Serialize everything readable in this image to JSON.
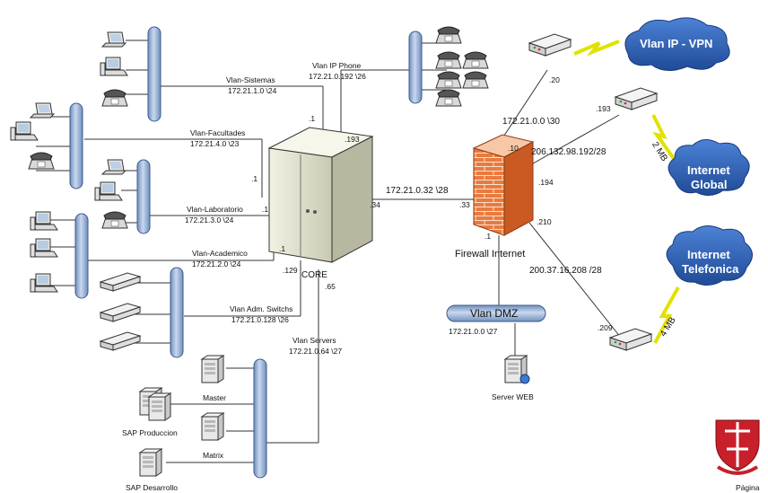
{
  "vlans": {
    "sistemas": {
      "name": "Vlan-Sistemas",
      "subnet": "172.21.1.0 \\24",
      "core_if": ".1"
    },
    "facultades": {
      "name": "Vlan-Facultades",
      "subnet": "172.21.4.0 \\23",
      "core_if": ".1"
    },
    "laboratorio": {
      "name": "Vlan-Laboratorio",
      "subnet": "172.21.3.0 \\24",
      "core_if": ".1"
    },
    "academico": {
      "name": "Vlan-Academico",
      "subnet": "172.21.2.0 \\24",
      "core_if": ".1"
    },
    "switchs": {
      "name": "Vlan Adm. Switchs",
      "subnet": "172.21.0.128 \\26",
      "core_if": ".129"
    },
    "servers": {
      "name": "Vlan Servers",
      "subnet": "172.21.0.64 \\27",
      "core_if": ".65"
    },
    "ipphone": {
      "name": "Vlan IP Phone",
      "subnet": "172.21.0.192 \\26",
      "core_if": ".193"
    },
    "dmz": {
      "name": "Vlan DMZ",
      "subnet": "172.21.0.0 \\27"
    }
  },
  "core": {
    "label": "CORE",
    "link_if": ".34"
  },
  "core_fw_link": {
    "subnet": "172.21.0.32 \\28"
  },
  "firewall": {
    "label": "Firewall Internet",
    "if_core": ".33",
    "if_dmz": ".1",
    "if_vpn": ".10",
    "if_global": ".194",
    "if_telefonica": ".210"
  },
  "wan": {
    "vpn": {
      "subnet": "172.21.0.0 \\30",
      "router_if": ".20",
      "cloud": "Vlan IP - VPN"
    },
    "global": {
      "subnet": "206.132.98.192/28",
      "router_if": ".193",
      "bandwidth": "2 MB",
      "cloud_line1": "Internet",
      "cloud_line2": "Global"
    },
    "telefonica": {
      "subnet": "200.37.16.208 /28",
      "router_if": ".209",
      "bandwidth": "4 MB",
      "cloud_line1": "Internet",
      "cloud_line2": "Telefonica"
    }
  },
  "servers": {
    "master": "Master",
    "matrix": "Matrix",
    "sap_produccion": "SAP Produccion",
    "sap_desarrollo": "SAP Desarrollo",
    "web": "Server WEB"
  },
  "footer": {
    "page": "Página"
  },
  "colors": {
    "bus": "#a8bcd8",
    "bus_stroke": "#4a6a9a",
    "cloud": "#2e5fb4",
    "firewall": "#e8743b",
    "lightning": "#f2f21a",
    "core": "#e4e4d0",
    "seal": "#c8202a"
  }
}
